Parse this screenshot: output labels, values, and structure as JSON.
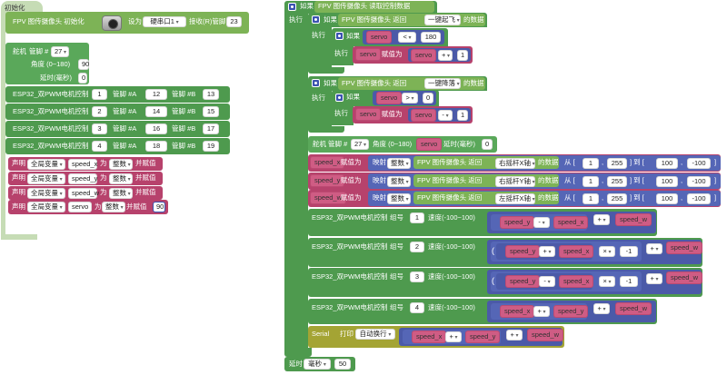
{
  "init": {
    "hat_label": "初始化",
    "fpv_init": {
      "label": "FPV 图传摄像头 初始化",
      "set_as": "设为",
      "serial": "硬串口1",
      "pin_label": "接收(R)管脚 #",
      "pin": "23"
    },
    "servo": {
      "label": "舵机",
      "pin_label": "管脚 #",
      "pin": "27",
      "angle_label": "角度 (0~180)",
      "angle": "90",
      "delay_label": "延时(毫秒)",
      "delay": "0"
    },
    "motors": [
      {
        "label": "ESP32_双PWM电机控制",
        "id": "1",
        "pin_a_label": "管脚 #A",
        "pin_a": "12",
        "pin_b_label": "管脚 #B",
        "pin_b": "13"
      },
      {
        "label": "ESP32_双PWM电机控制",
        "id": "2",
        "pin_a_label": "管脚 #A",
        "pin_a": "14",
        "pin_b_label": "管脚 #B",
        "pin_b": "15"
      },
      {
        "label": "ESP32_双PWM电机控制",
        "id": "3",
        "pin_a_label": "管脚 #A",
        "pin_a": "16",
        "pin_b_label": "管脚 #B",
        "pin_b": "17"
      },
      {
        "label": "ESP32_双PWM电机控制",
        "id": "4",
        "pin_a_label": "管脚 #A",
        "pin_a": "18",
        "pin_b_label": "管脚 #B",
        "pin_b": "19"
      }
    ],
    "declares": [
      {
        "label": "声明",
        "scope": "全局变量",
        "name": "speed_x",
        "as": "为",
        "type": "整数",
        "assign": "并赋值",
        "value": ""
      },
      {
        "label": "声明",
        "scope": "全局变量",
        "name": "speed_y",
        "as": "为",
        "type": "整数",
        "assign": "并赋值",
        "value": ""
      },
      {
        "label": "声明",
        "scope": "全局变量",
        "name": "speed_w",
        "as": "为",
        "type": "整数",
        "assign": "并赋值",
        "value": ""
      },
      {
        "label": "声明",
        "scope": "全局变量",
        "name": "servo",
        "as": "为",
        "type": "整数",
        "assign": "并赋值",
        "value": "90"
      }
    ]
  },
  "main": {
    "if_label": "如果",
    "do_label": "执行",
    "fpv_read": "FPV 图传摄像头 读取控制数据",
    "if1": {
      "cond_pre": "FPV 图传摄像头 返回",
      "button": "一键起飞",
      "cond_post": "的数据",
      "inner_cond": {
        "var": "servo",
        "op": "<",
        "value": "180"
      },
      "assign": {
        "var": "servo",
        "assign_label": "赋值为",
        "src": "servo",
        "op": "+",
        "value": "1"
      }
    },
    "if2": {
      "cond_pre": "FPV 图传摄像头 返回",
      "button": "一键降落",
      "cond_post": "的数据",
      "inner_cond": {
        "var": "servo",
        "op": ">",
        "value": "0"
      },
      "assign": {
        "var": "servo",
        "assign_label": "赋值为",
        "src": "servo",
        "op": "-",
        "value": "1"
      }
    },
    "servo_block": {
      "label": "舵机",
      "pin_label": "管脚 #",
      "pin": "27",
      "angle_label": "角度 (0~180)",
      "angle_var": "servo",
      "delay_label": "延时(毫秒)",
      "delay": "0"
    },
    "maps": [
      {
        "var": "speed_x",
        "assign_label": "赋值为",
        "map_label": "映射",
        "type": "整数",
        "src_pre": "FPV 图传摄像头 返回",
        "src": "右摇杆X轴",
        "src_post": "的数据",
        "from_label": "从 [",
        "from_a": "1",
        "from_b": "255",
        "to_label": "] 到 [",
        "to_a": "100",
        "to_b": "-100",
        "end": "]"
      },
      {
        "var": "speed_y",
        "assign_label": "赋值为",
        "map_label": "映射",
        "type": "整数",
        "src_pre": "FPV 图传摄像头 返回",
        "src": "右摇杆Y轴",
        "src_post": "的数据",
        "from_label": "从 [",
        "from_a": "1",
        "from_b": "255",
        "to_label": "] 到 [",
        "to_a": "100",
        "to_b": "-100",
        "end": "]"
      },
      {
        "var": "speed_w",
        "assign_label": "赋值为",
        "map_label": "映射",
        "type": "整数",
        "src_pre": "FPV 图传摄像头 返回",
        "src": "左摇杆X轴",
        "src_post": "的数据",
        "from_label": "从 [",
        "from_a": "1",
        "from_b": "255",
        "to_label": "] 到 [",
        "to_a": "100",
        "to_b": "-100",
        "end": "]"
      }
    ],
    "motor_ctrl": [
      {
        "label": "ESP32_双PWM电机控制",
        "group_label": "组号",
        "id": "1",
        "speed_label": "速度(-100~100)",
        "a": "speed_y",
        "op1": "-",
        "b": "speed_x",
        "op2": "+",
        "c": "speed_w",
        "mult": ""
      },
      {
        "label": "ESP32_双PWM电机控制",
        "group_label": "组号",
        "id": "2",
        "speed_label": "速度(-100~100)",
        "a": "speed_y",
        "op1": "+",
        "b": "speed_x",
        "op2": "+",
        "c": "speed_w",
        "mult": "-1"
      },
      {
        "label": "ESP32_双PWM电机控制",
        "group_label": "组号",
        "id": "3",
        "speed_label": "速度(-100~100)",
        "a": "speed_y",
        "op1": "-",
        "b": "speed_x",
        "op2": "+",
        "c": "speed_w",
        "mult": "-1"
      },
      {
        "label": "ESP32_双PWM电机控制",
        "group_label": "组号",
        "id": "4",
        "speed_label": "速度(-100~100)",
        "a": "speed_x",
        "op1": "+",
        "b": "speed_y",
        "op2": "+",
        "c": "speed_w",
        "mult": ""
      }
    ],
    "serial": {
      "label": "Serial",
      "print_label": "打印",
      "mode": "自动换行",
      "a": "speed_x",
      "op1": "+",
      "b": "speed_y",
      "op2": "+",
      "c": "speed_w"
    },
    "delay": {
      "label": "延时",
      "unit": "毫秒",
      "value": "50"
    }
  }
}
